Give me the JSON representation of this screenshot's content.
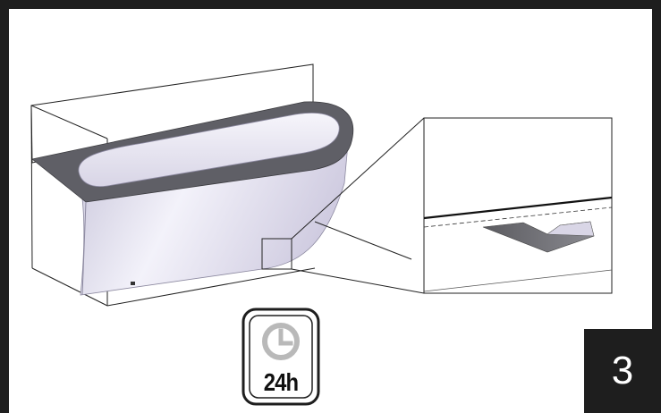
{
  "instruction": {
    "step_number": "3",
    "wait_time": "24h"
  },
  "icons": {
    "clock": "clock-icon",
    "bathtub": "bathtub-illustration",
    "detail": "foot-pad-detail"
  },
  "colors": {
    "frame": "#1e1e1e",
    "tub_body": "#e3e0f0",
    "tub_rim": "#5f5f66",
    "clock_gray": "#b9b9b9"
  }
}
